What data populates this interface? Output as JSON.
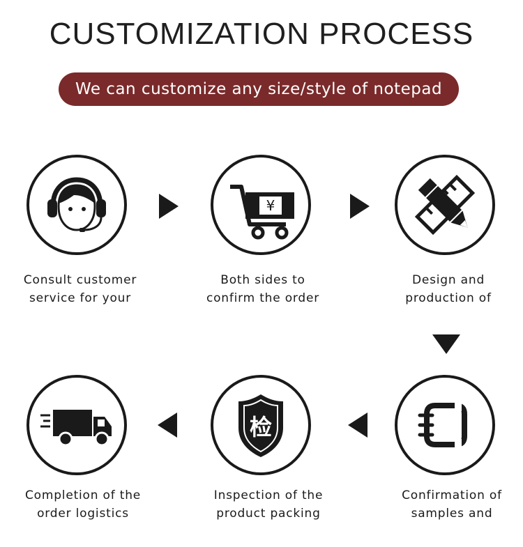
{
  "title": "CUSTOMIZATION PROCESS",
  "subtitle": "We can customize any size/style of notepad",
  "accent_color": "#7a2a2a",
  "steps": [
    {
      "icon": "headset-agent-icon",
      "line1": "Consult customer",
      "line2": "service for your"
    },
    {
      "icon": "shopping-cart-icon",
      "line1": "Both sides to",
      "line2": "confirm the order"
    },
    {
      "icon": "ruler-pencil-icon",
      "line1": "Design and",
      "line2": "production of"
    },
    {
      "icon": "notebook-icon",
      "line1": "Confirmation of",
      "line2": "samples and"
    },
    {
      "icon": "inspection-shield-icon",
      "line1": "Inspection of the",
      "line2": "product packing",
      "badge": "检"
    },
    {
      "icon": "delivery-truck-icon",
      "line1": "Completion of the",
      "line2": "order logistics"
    }
  ],
  "cart_symbol": "¥"
}
